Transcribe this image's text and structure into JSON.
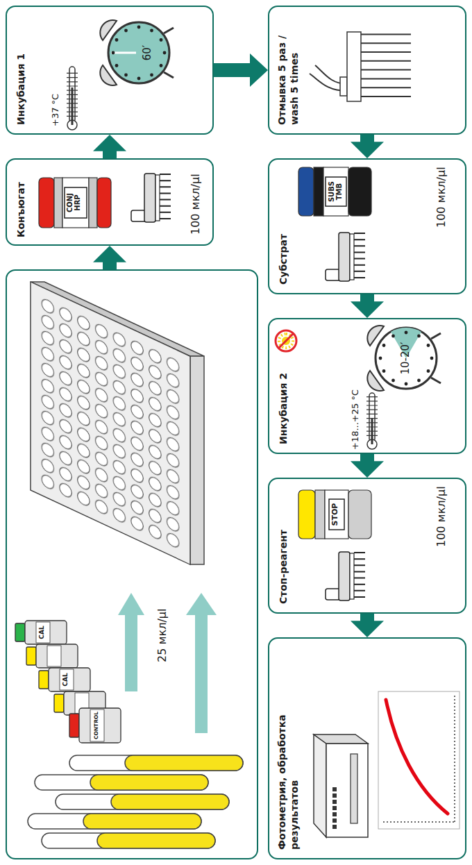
{
  "diagram": {
    "nodes": [
      {
        "text": [
          "25 мкл/µl"
        ]
      },
      {
        "text": [
          "Конъюгат",
          "100 мкл/µl"
        ]
      },
      {
        "text": [
          "Инкубация 1"
        ]
      },
      {
        "text": [
          "Отмывка 5 раз / wash 5 times"
        ]
      },
      {
        "text": [
          "Субстрат",
          "100 мкл/µl"
        ]
      },
      {
        "text": [
          "Инкубация 2"
        ]
      },
      {
        "text": [
          "Стоп-реагент",
          "100 мкл/µl"
        ]
      },
      {
        "text": [
          "Фотометрия, обработка результатов"
        ]
      }
    ],
    "edges": [
      {
        "from": 0,
        "to": 1,
        "arrow": "to"
      },
      {
        "from": 1,
        "to": 2,
        "arrow": "to"
      },
      {
        "from": 2,
        "to": 3,
        "arrow": "to"
      },
      {
        "from": 3,
        "to": 4,
        "arrow": "to"
      },
      {
        "from": 4,
        "to": 5,
        "arrow": "to"
      },
      {
        "from": 5,
        "to": 6,
        "arrow": "to"
      },
      {
        "from": 6,
        "to": 7,
        "arrow": "to"
      }
    ],
    "labels": [
      "CAL",
      "CAL",
      "CONTROL",
      "CONJ HRP",
      "+37 °C",
      "60′",
      "SUBS TMB",
      "+18...+25 °C",
      "10-20′",
      "STOP"
    ]
  }
}
